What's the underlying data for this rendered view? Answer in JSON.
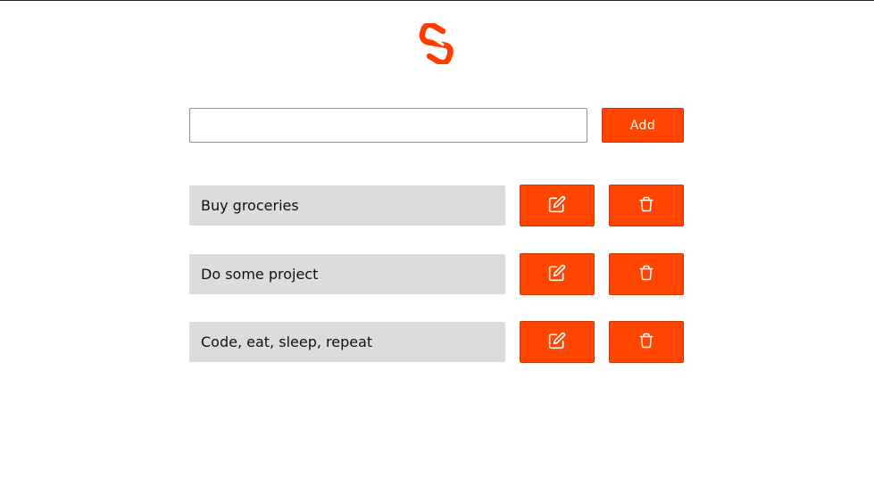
{
  "brand": {
    "logo_icon": "svelte-logo-icon",
    "accent_color": "#ff3e00"
  },
  "new_todo": {
    "value": "",
    "placeholder": "",
    "add_label": "Add"
  },
  "todos": [
    {
      "text": "Buy groceries",
      "edit_icon": "edit-icon",
      "delete_icon": "trash-icon"
    },
    {
      "text": "Do some project",
      "edit_icon": "edit-icon",
      "delete_icon": "trash-icon"
    },
    {
      "text": "Code, eat, sleep, repeat",
      "edit_icon": "edit-icon",
      "delete_icon": "trash-icon"
    }
  ],
  "colors": {
    "button_bg": "#ff4500",
    "item_bg": "#dcdcdc"
  }
}
